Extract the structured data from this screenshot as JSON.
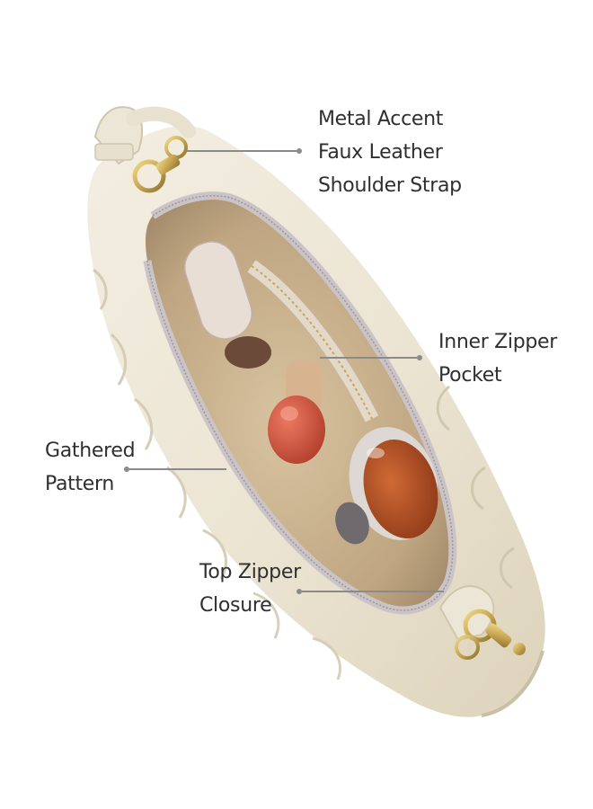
{
  "callouts": {
    "metal_strap": {
      "lines": [
        "Metal Accent",
        "Faux Leather",
        "Shoulder Strap"
      ]
    },
    "inner_pocket": {
      "lines": [
        "Inner Zipper",
        "Pocket"
      ]
    },
    "gathered": {
      "lines": [
        "Gathered",
        "Pattern"
      ]
    },
    "top_zipper": {
      "lines": [
        "Top Zipper",
        "Closure"
      ]
    }
  },
  "colors": {
    "background": "#ffffff",
    "bag_leather": "#ece6d6",
    "bag_shadow": "#d4ccb6",
    "lining": "#c9b392",
    "hardware_gold": "#c9a752",
    "zipper": "#cbc4c6",
    "leader_line": "#8a8a8a",
    "text": "#2f2f2f",
    "lip_tube": "#e8ded6",
    "bottle_cap": "#d45a45",
    "compact": "#b14a24"
  }
}
